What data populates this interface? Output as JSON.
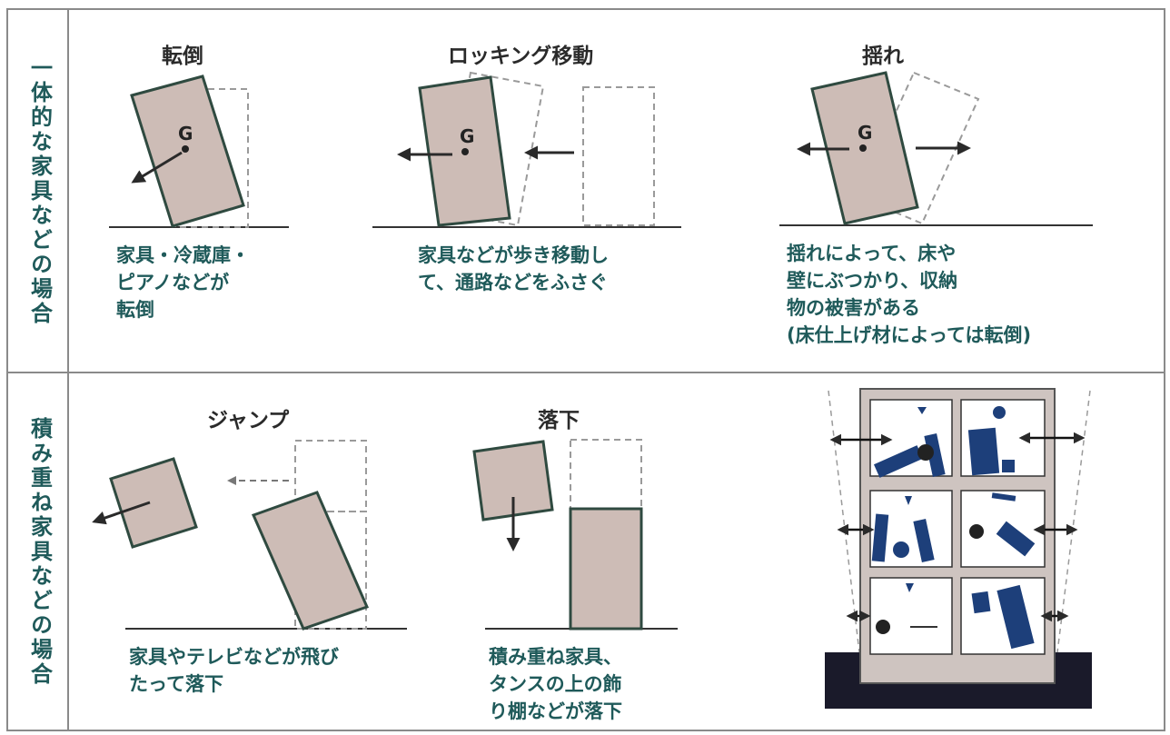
{
  "rows": [
    {
      "label": "一体的な家具などの場合"
    },
    {
      "label": "積み重ね家具などの場合"
    }
  ],
  "panels": {
    "tentou": {
      "title": "転倒",
      "caption": [
        "家具・冷蔵庫・",
        "ピアノなどが",
        "転倒"
      ],
      "g_label": "G"
    },
    "rocking": {
      "title": "ロッキング移動",
      "caption": [
        "家具などが歩き移動し",
        "て、通路などをふさぐ"
      ],
      "g_label": "G"
    },
    "yure": {
      "title": "揺れ",
      "caption": [
        "揺れによって、床や",
        "壁にぶつかり、収納",
        "物の被害がある",
        "(床仕上げ材によっては転倒)"
      ],
      "g_label": "G"
    },
    "jump": {
      "title": "ジャンプ",
      "caption": [
        "家具やテレビなどが飛び",
        "たって落下"
      ]
    },
    "rakka": {
      "title": "落下",
      "caption": [
        "積み重ね家具、",
        "タンスの上の飾",
        "り棚などが落下"
      ]
    }
  },
  "colors": {
    "furniture_fill": "#cdbcb6",
    "furniture_stroke": "#2f4a40",
    "arrow": "#2a2a2a",
    "dashed": "#9a9a9a",
    "building_fill": "#cec4c0",
    "item_blue": "#1d3f7a",
    "ground_dark": "#1a1a2a"
  }
}
